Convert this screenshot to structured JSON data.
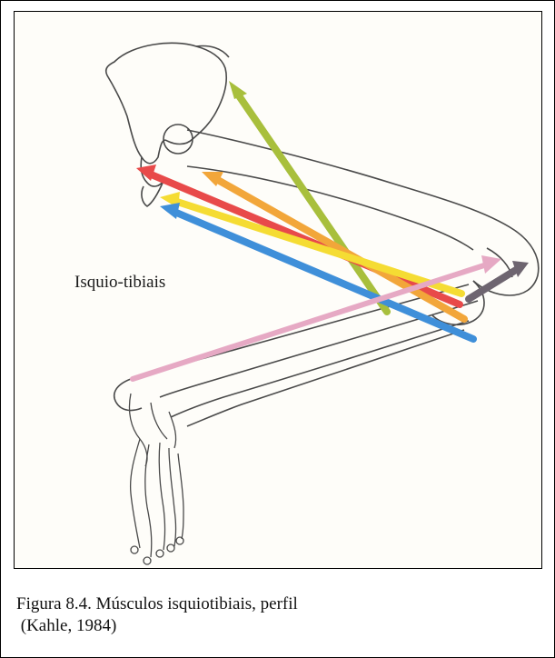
{
  "figure": {
    "muscle_label": "Isquio-tibiais",
    "caption_line1": "Figura 8.4. Músculos isquiotibiais, perfil",
    "caption_line2": " (Kahle, 1984)"
  },
  "colors": {
    "bone_outline": "#4a4a4a",
    "background": "#fefdf9",
    "arrow_green": "#a8bf3c",
    "arrow_red": "#e84a4a",
    "arrow_orange": "#f2a63a",
    "arrow_yellow": "#f5dc33",
    "arrow_blue": "#3f8fd9",
    "arrow_pink": "#e6a9c4",
    "arrow_dark": "#6e6570"
  }
}
